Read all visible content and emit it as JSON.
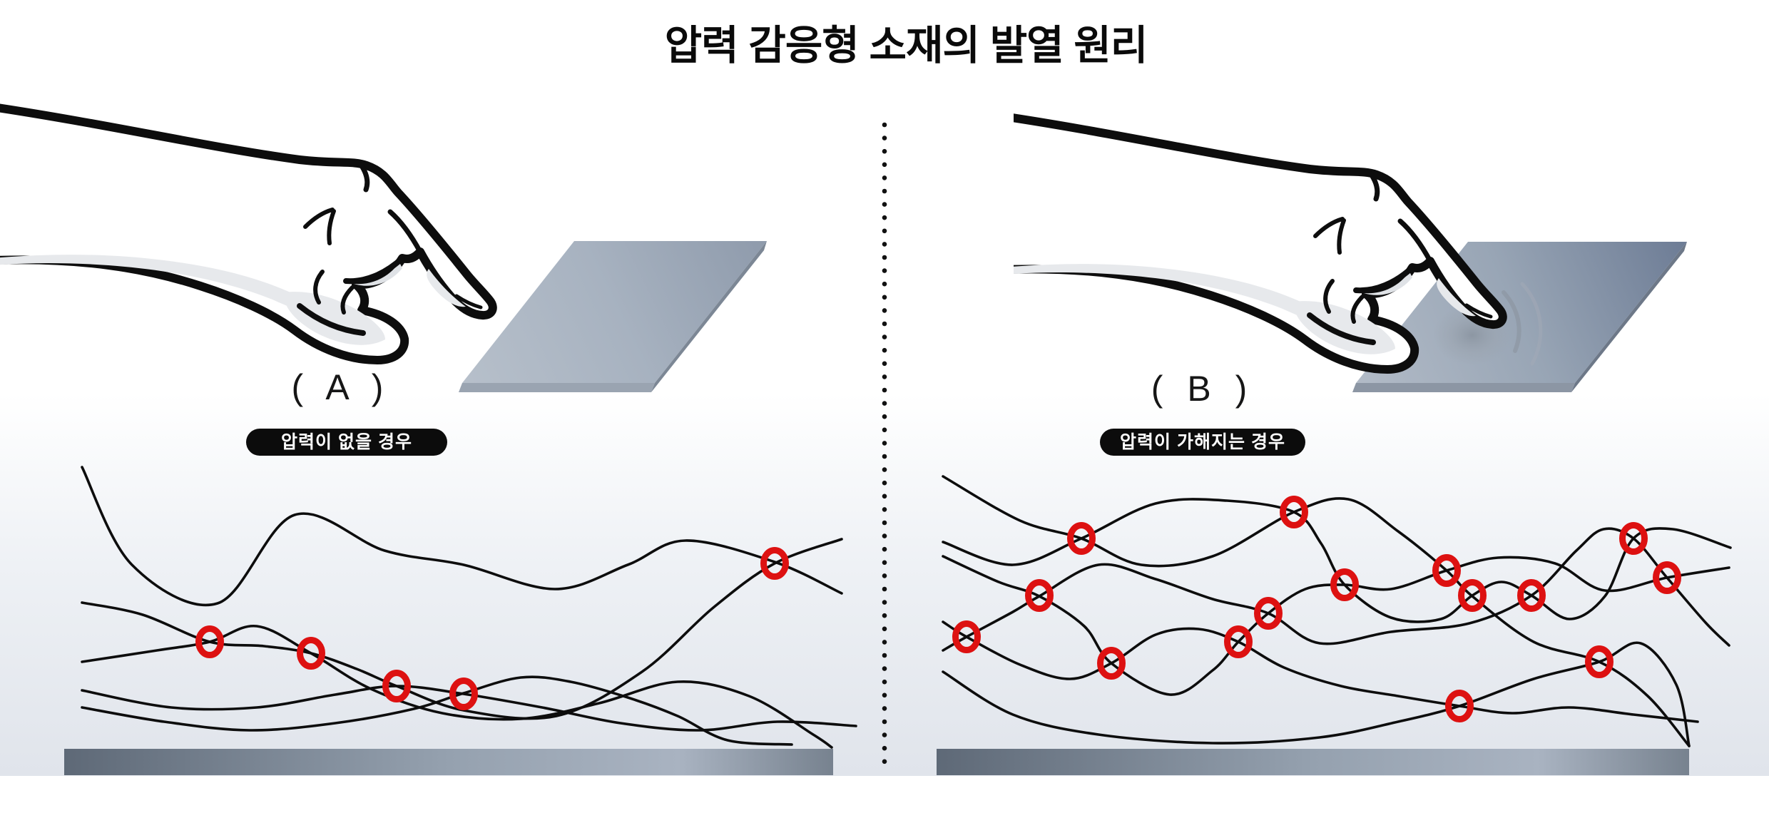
{
  "title": "압력 감응형 소재의 발열 원리",
  "colors": {
    "contact_marker": "#dd1111",
    "fiber": "#0d0d0d",
    "caption_bg": "#0c0c0c",
    "caption_text": "#ffffff",
    "plate_light": "#b6bfca",
    "plate_dark": "#6e7d96",
    "substrate_dark": "#5e6977",
    "substrate_light": "#a9b3c1",
    "background_band": "#e0e4eb"
  },
  "divider": {
    "style": "dotted-vertical"
  },
  "panels": [
    {
      "id": "A",
      "label": "( A )",
      "caption": "압력이 없을 경우",
      "pressed": false,
      "contact_count": 5,
      "contact_points": [
        [
          294,
          900
        ],
        [
          436,
          916
        ],
        [
          556,
          962
        ],
        [
          650,
          973
        ],
        [
          1086,
          790
        ]
      ]
    },
    {
      "id": "B",
      "label": "( B )",
      "caption": "압력이 가해지는 경우",
      "pressed": true,
      "contact_count": 15,
      "contact_points": [
        [
          1516,
          755
        ],
        [
          1814,
          718
        ],
        [
          2290,
          755
        ],
        [
          2028,
          800
        ],
        [
          2337,
          810
        ],
        [
          1885,
          820
        ],
        [
          2064,
          835
        ],
        [
          2147,
          835
        ],
        [
          1457,
          835
        ],
        [
          1778,
          860
        ],
        [
          1355,
          893
        ],
        [
          1736,
          900
        ],
        [
          1558,
          930
        ],
        [
          2242,
          928
        ],
        [
          2046,
          990
        ]
      ]
    }
  ]
}
